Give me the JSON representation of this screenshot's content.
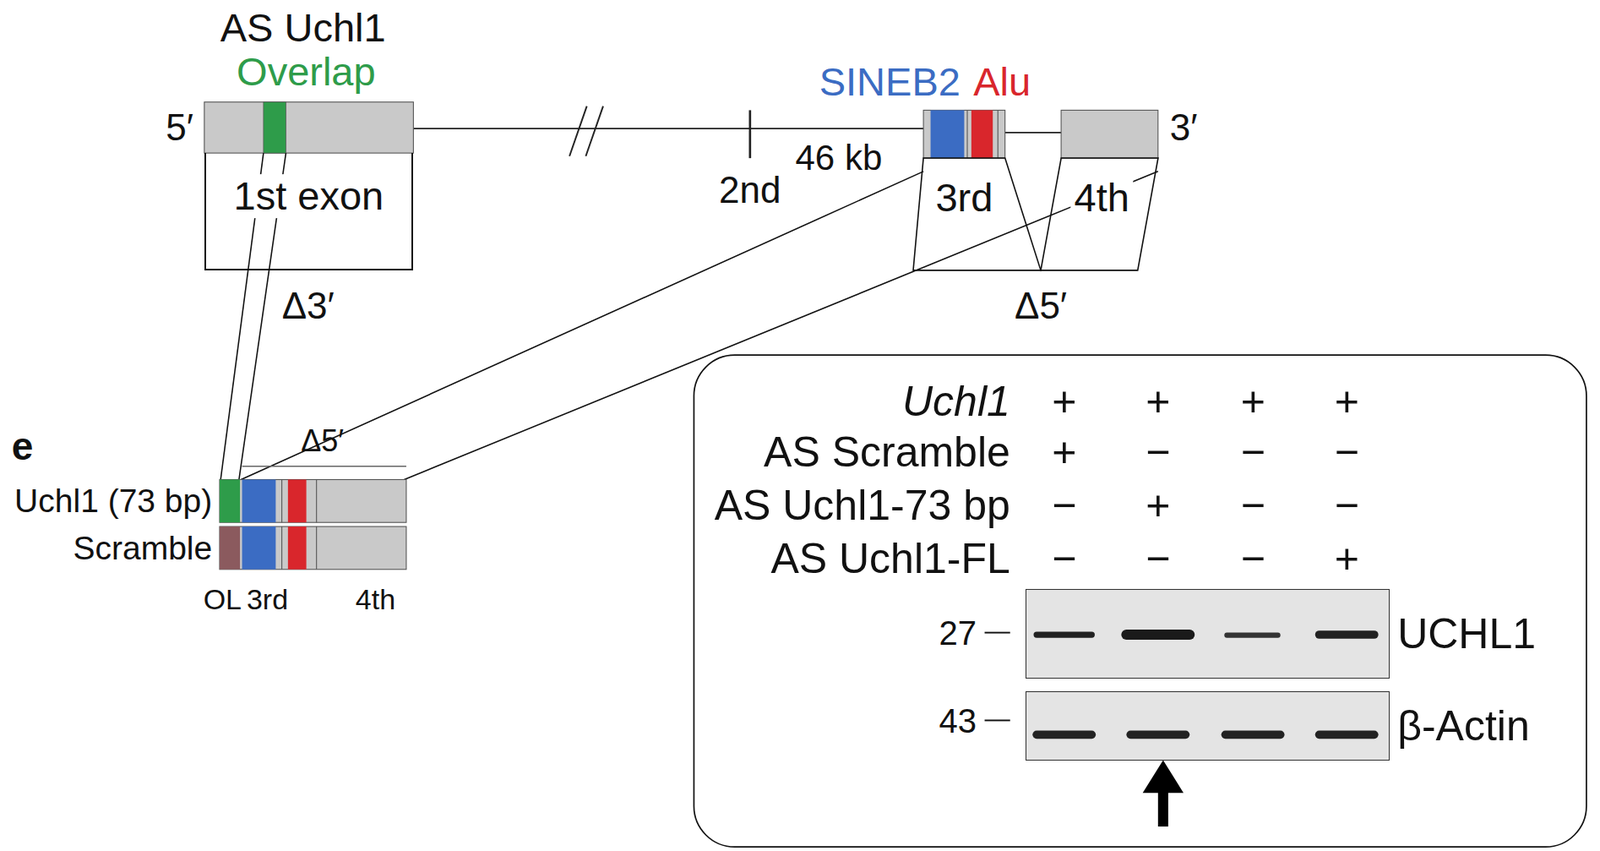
{
  "diagram": {
    "nodes": [
      {
        "text": [
          "1st exon"
        ]
      },
      {
        "text": [
          "3rd"
        ]
      },
      {
        "text": [
          "4th"
        ]
      },
      {
        "text": [
          "UCHL1"
        ]
      },
      {
        "text": [
          "β-Actin"
        ]
      }
    ],
    "labels": [
      "AS Uchl1",
      "Overlap",
      "SINEB2",
      "Alu",
      "5′",
      "3′",
      "46 kb",
      "2nd",
      "Δ3′",
      "Δ5′",
      "e",
      "Δ5′",
      "Uchl1 (73 bp)",
      "Scramble",
      "OL",
      "3rd",
      "4th",
      "Uchl1",
      "+",
      "+",
      "+",
      "+",
      "AS Scramble",
      "+",
      "−",
      "−",
      "−",
      "AS Uchl1-73 bp",
      "−",
      "+",
      "−",
      "−",
      "AS Uchl1-FL",
      "−",
      "−",
      "−",
      "+",
      "27",
      "43"
    ]
  }
}
